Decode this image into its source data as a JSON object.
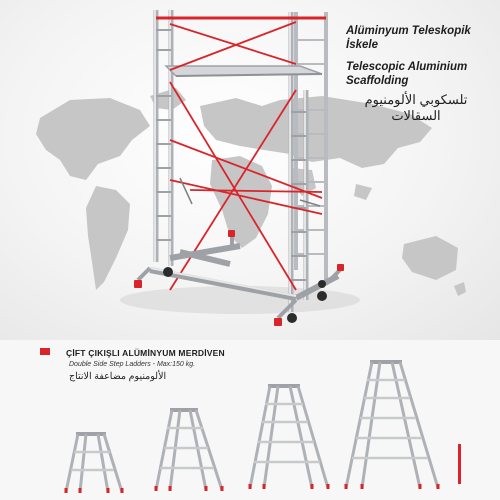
{
  "product": {
    "title_tr": "Alüminyum Teleskopik İskele",
    "title_en": "Telescopic Aluminium Scaffolding",
    "title_ar": "تلسكوبي الألومنيوم السقالات"
  },
  "ladders_section": {
    "title": "ÇİFT ÇIKIŞLI ALÜMİNYUM MERDİVEN",
    "subtitle": "Double Side Step Ladders - Max:150 kg.",
    "title_ar": "الألومنيوم مضاعفة الانتاج"
  },
  "colors": {
    "accent_red": "#d9252a",
    "aluminium": "#c9ccd0",
    "map": "#c4c4c4"
  }
}
